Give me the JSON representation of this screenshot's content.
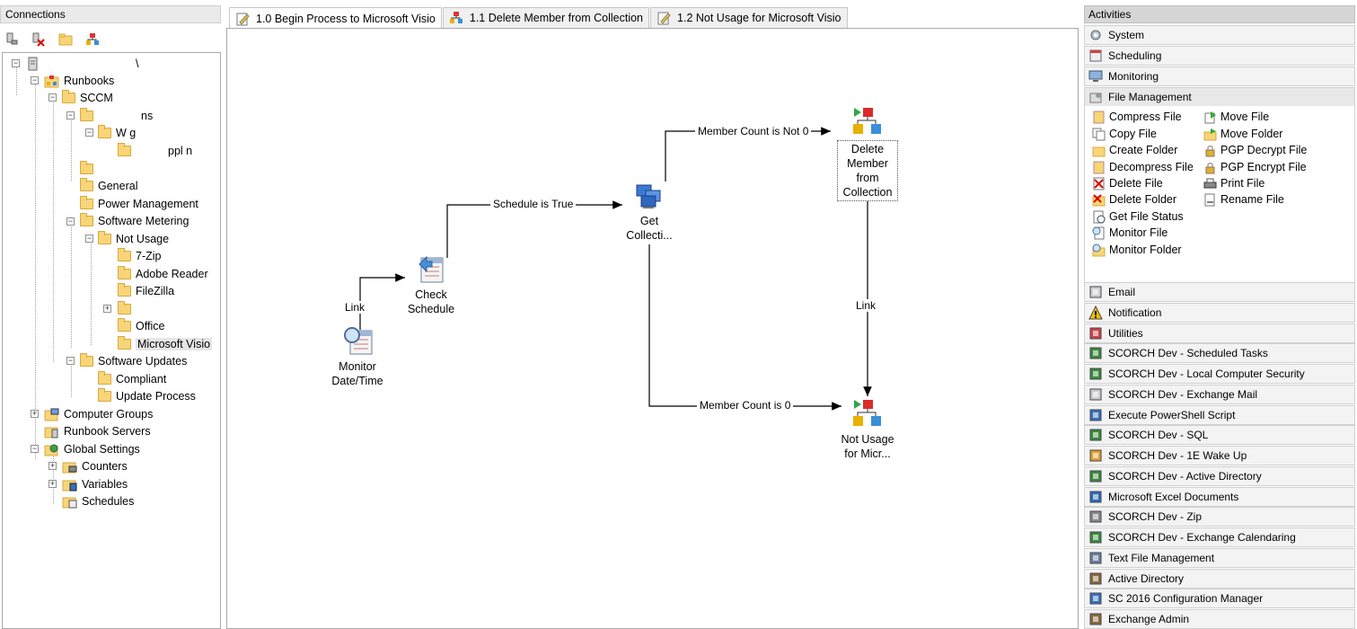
{
  "connections": {
    "title": "Connections",
    "toolbar": [
      "connect-icon",
      "disconnect-icon",
      "folder-icon",
      "runbook-icon"
    ],
    "tree": {
      "root_label": "\\",
      "runbooks": "Runbooks",
      "sccm": "SCCM",
      "obscured_1": "ns",
      "obscured_2": "W g",
      "obscured_3": "ppl n",
      "general": "General",
      "power_management": "Power Management",
      "software_metering": "Software Metering",
      "not_usage": "Not Usage",
      "seven_zip": "7-Zip",
      "adobe_reader": "Adobe Reader",
      "filezilla": "FileZilla",
      "office": "Office",
      "microsoft_visio": "Microsoft Visio",
      "software_updates": "Software Updates",
      "compliant": "Compliant",
      "update_process": "Update Process",
      "computer_groups": "Computer Groups",
      "runbook_servers": "Runbook Servers",
      "global_settings": "Global Settings",
      "counters": "Counters",
      "variables": "Variables",
      "schedules": "Schedules"
    }
  },
  "tabs": [
    {
      "label": "1.0 Begin Process to Microsoft Visio",
      "active": true
    },
    {
      "label": "1.1 Delete Member from Collection",
      "active": false
    },
    {
      "label": "1.2 Not Usage for Microsoft Visio",
      "active": false
    }
  ],
  "workflow": {
    "nodes": {
      "monitor": "Monitor\nDate/Time",
      "check": "Check\nSchedule",
      "get": "Get\nCollecti...",
      "delete": "Delete\nMember\nfrom\nCollection",
      "notusage": "Not Usage\nfor  Micr..."
    },
    "links": {
      "link1": "Link",
      "schedule_true": "Schedule is True",
      "count_not_zero": "Member Count is Not 0",
      "count_zero": "Member Count is 0",
      "link2": "Link"
    }
  },
  "activities": {
    "title": "Activities",
    "top_categories": [
      "System",
      "Scheduling",
      "Monitoring",
      "File Management"
    ],
    "file_management_col1": [
      "Compress File",
      "Copy File",
      "Create Folder",
      "Decompress File",
      "Delete File",
      "Delete Folder",
      "Get File Status",
      "Monitor File",
      "Monitor Folder"
    ],
    "file_management_col2": [
      "Move File",
      "Move Folder",
      "PGP Decrypt File",
      "PGP Encrypt File",
      "Print File",
      "Rename File"
    ],
    "bottom_categories": [
      "Email",
      "Notification",
      "Utilities",
      "SCORCH Dev - Scheduled Tasks",
      "SCORCH Dev - Local Computer Security",
      "SCORCH Dev - Exchange Mail",
      "Execute PowerShell Script",
      "SCORCH Dev - SQL",
      "SCORCH Dev - 1E Wake Up",
      "SCORCH Dev - Active Directory",
      "Microsoft Excel Documents",
      "SCORCH Dev - Zip",
      "SCORCH Dev - Exchange Calendaring",
      "Text File Management",
      "Active Directory",
      "SC 2016 Configuration Manager",
      "Exchange Admin"
    ]
  },
  "colors": {
    "folder": "#f7d578",
    "header_bg": "#eaeaea",
    "selected": "#e6e6e6"
  }
}
